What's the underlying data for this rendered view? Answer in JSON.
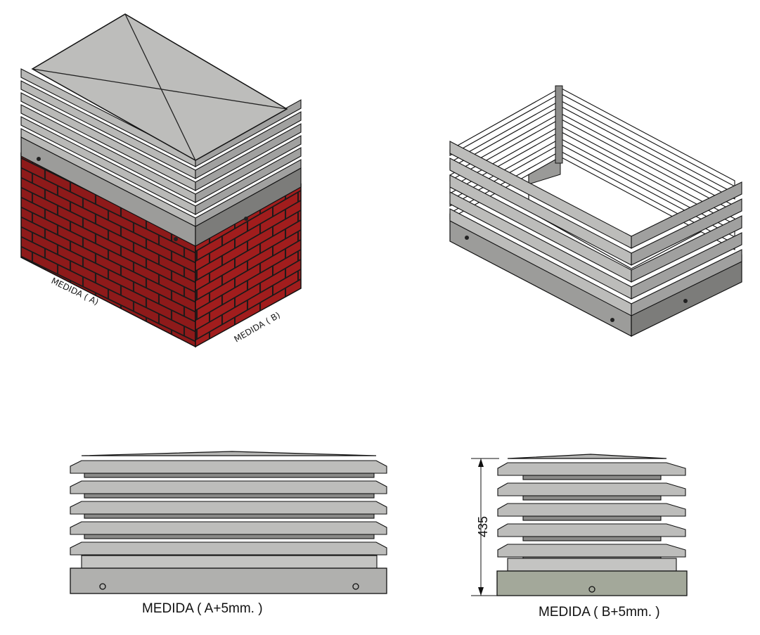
{
  "labels": {
    "iso_side_a": "MEDIDA ( A)",
    "iso_side_b": "MEDIDA ( B)",
    "front_caption": "MEDIDA ( A+5mm. )",
    "side_caption": "MEDIDA ( B+5mm. )",
    "height_dimension": "435"
  },
  "colors": {
    "brick": "#8e1a1a",
    "mortar": "#1a1a1a",
    "metal_light": "#c9c9c7",
    "metal_mid": "#a8a8a6",
    "metal_dark": "#7c7c7a",
    "outline": "#111111"
  }
}
